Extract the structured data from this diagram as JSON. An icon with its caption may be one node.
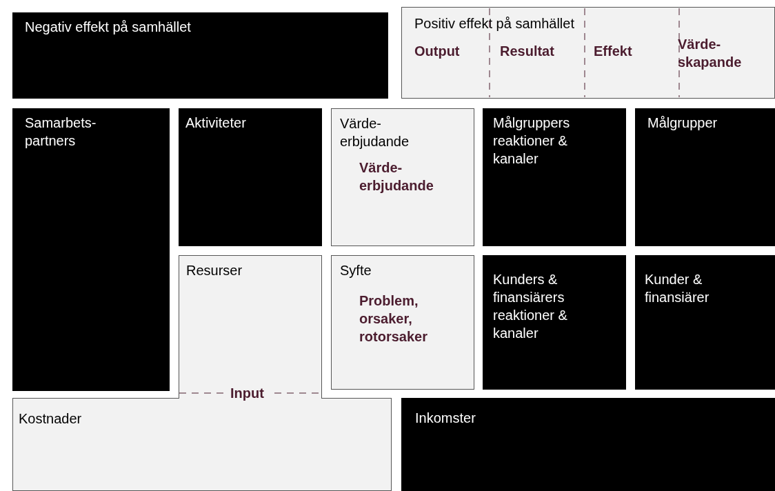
{
  "diagram": {
    "nodes": [
      {
        "text": [
          "Negativ effekt på samhället"
        ]
      },
      {
        "text": [
          "Positiv effekt på samhället",
          "Output",
          "Resultat",
          "Effekt",
          "Värde- skapande"
        ]
      },
      {
        "text": [
          "Samarbets- partners"
        ]
      },
      {
        "text": [
          "Aktiviteter"
        ]
      },
      {
        "text": [
          "Värde- erbjudande",
          "Värde- erbjudande"
        ]
      },
      {
        "text": [
          "Målgruppers reaktioner & kanaler"
        ]
      },
      {
        "text": [
          "Målgrupper"
        ]
      },
      {
        "text": [
          "Resurser"
        ]
      },
      {
        "text": [
          "Syfte",
          "Problem, orsaker, rotorsaker"
        ]
      },
      {
        "text": [
          "Kunders & finansiärers reaktioner & kanaler"
        ]
      },
      {
        "text": [
          "Kunder & finansiärer"
        ]
      },
      {
        "text": [
          "Kostnader"
        ]
      },
      {
        "text": [
          "Inkomster"
        ]
      }
    ],
    "labels": [
      "Input"
    ]
  }
}
